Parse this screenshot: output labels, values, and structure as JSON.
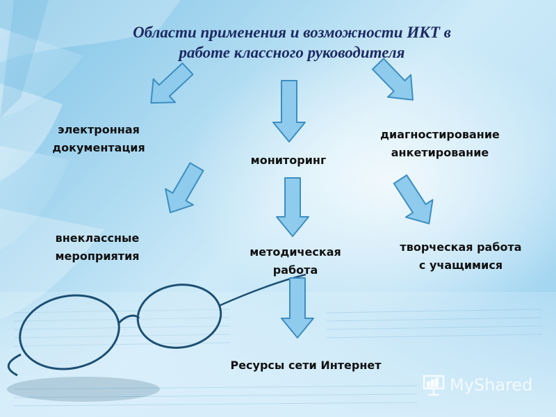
{
  "title": {
    "line1": "Области применения  и возможности ИКТ в",
    "line2": "работе классного руководителя"
  },
  "nodes": {
    "electronic_docs": {
      "line1": "электронная",
      "line2": "документация"
    },
    "monitoring": "мониторинг",
    "diagnostics": {
      "line1": "диагностирование",
      "line2": "анкетирование"
    },
    "extracurricular": {
      "line1": "внеклассные",
      "line2": "мероприятия"
    },
    "methodical": {
      "line1": "методическая",
      "line2": "работа"
    },
    "creative": {
      "line1": "творческая работа",
      "line2": "с учащимися"
    },
    "internet": "Ресурсы сети Интернет"
  },
  "watermark": {
    "text": "MyShared",
    "icon": "presentation-board-icon"
  },
  "colors": {
    "arrow_fill": "#8ecbec",
    "arrow_stroke": "#3c8dc1",
    "title": "#1d2a63",
    "text": "#111111"
  }
}
